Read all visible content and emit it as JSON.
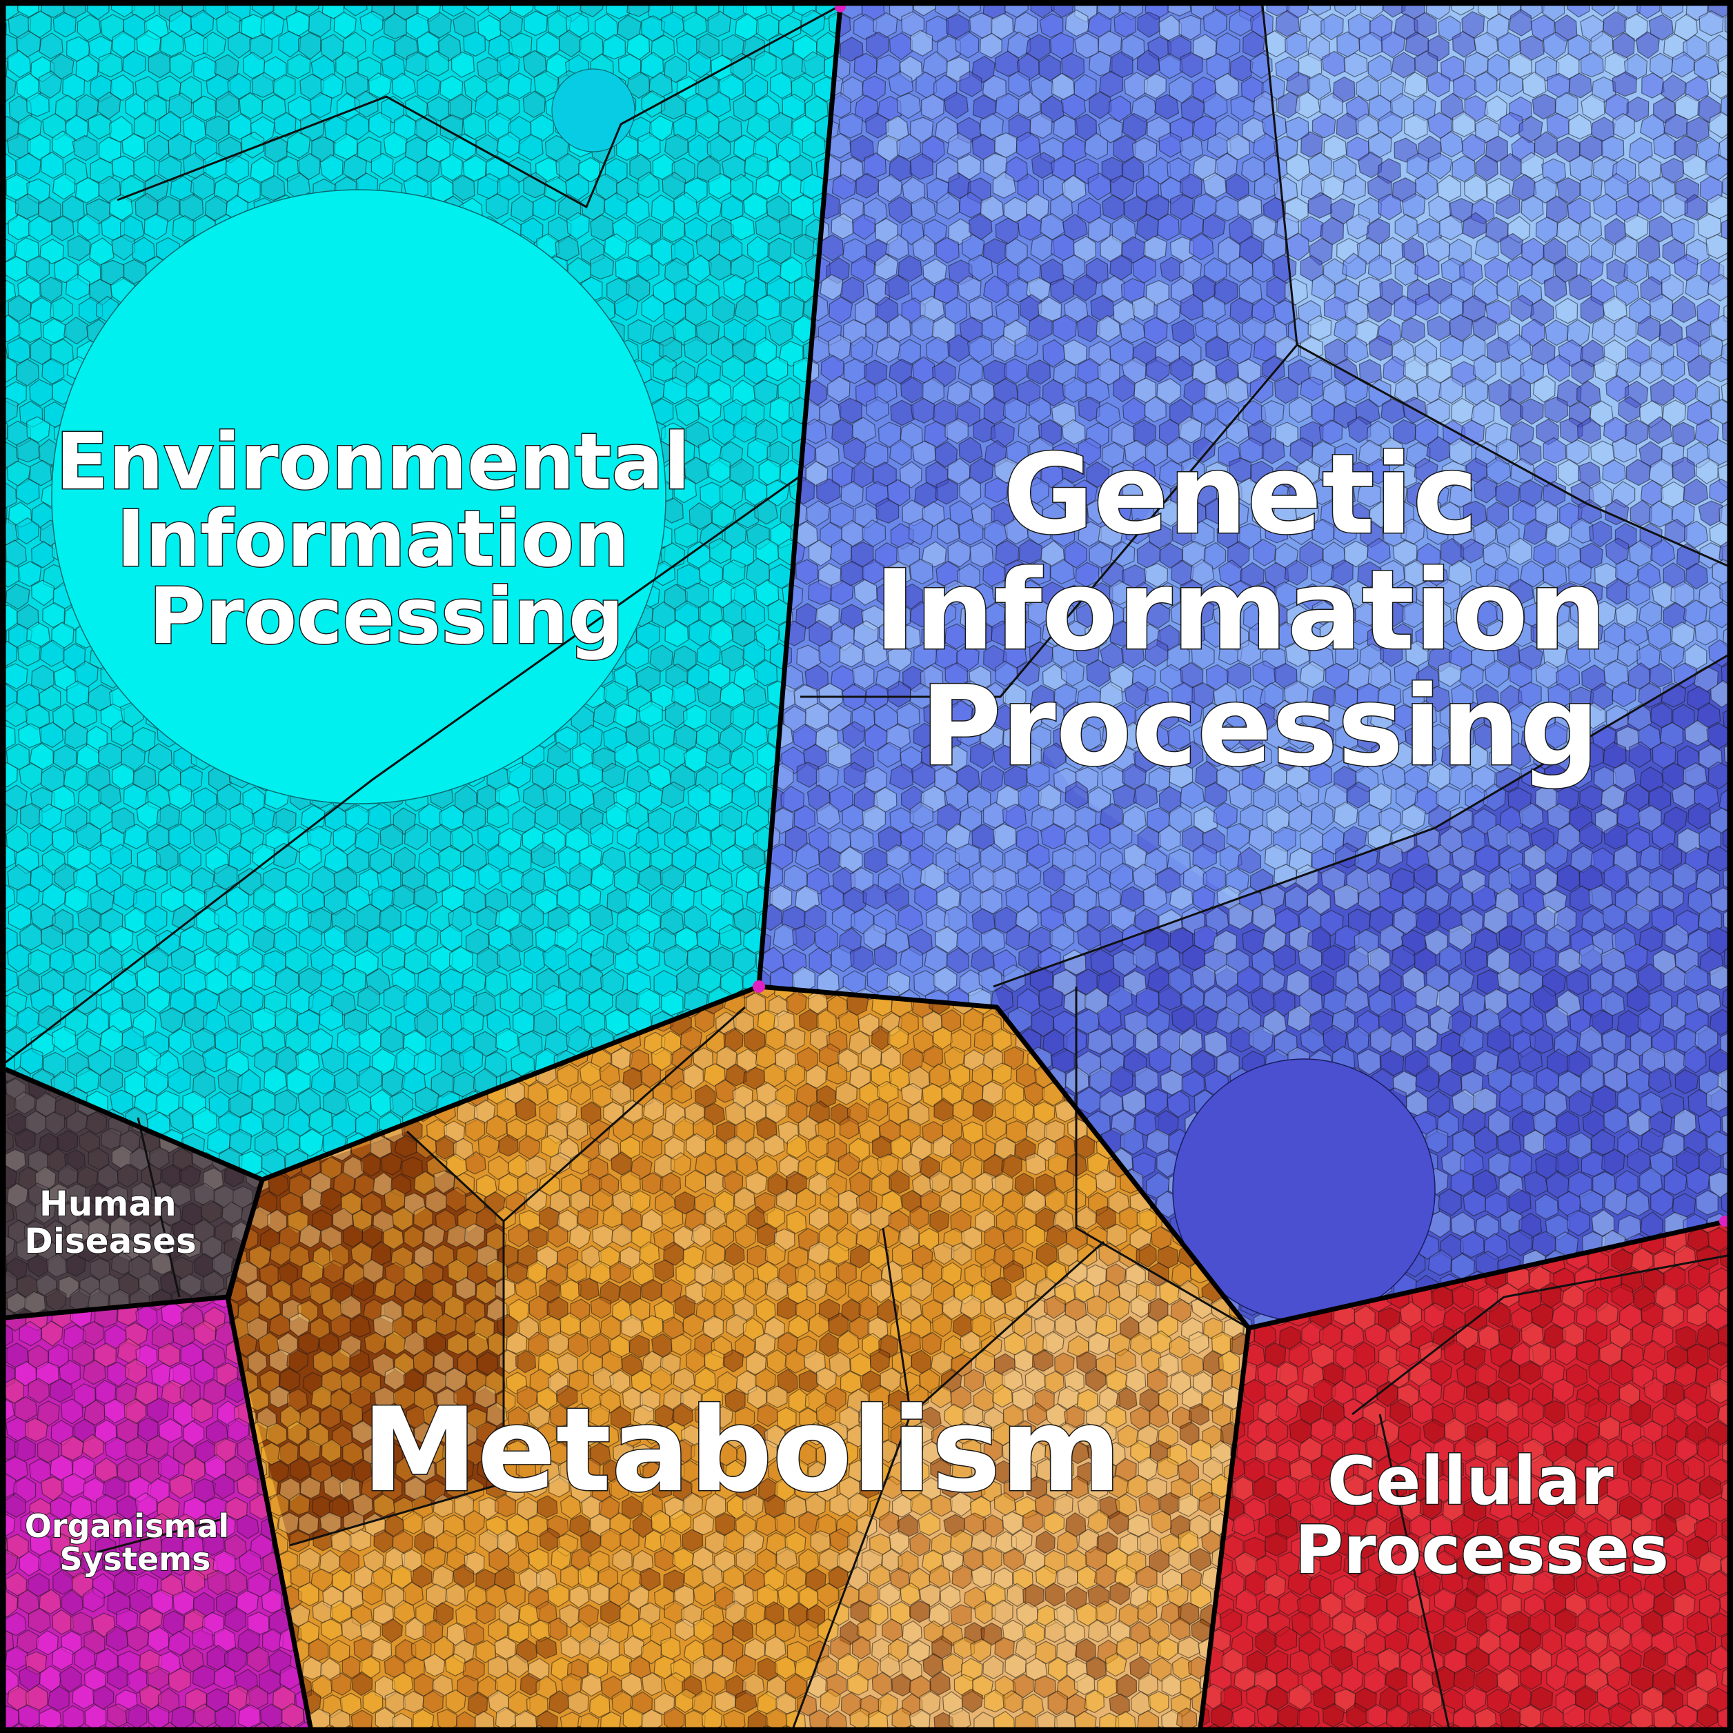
{
  "regions": [
    {
      "id": "environmental",
      "label_lines": [
        "Environmental",
        "Information",
        "Processing"
      ],
      "palette": [
        "#00e8f0",
        "#00d4e4",
        "#14c6d4",
        "#00f4f4",
        "#1ab8c4",
        "#06dcdc"
      ],
      "highlight": "#00f0f4"
    },
    {
      "id": "genetic",
      "label_lines": [
        "Genetic",
        "Information",
        "Processing"
      ],
      "palette": [
        "#5a6ae8",
        "#6a86ee",
        "#8aaaf4",
        "#4a54cc",
        "#7a9af0",
        "#a8ccf8",
        "#4248c4"
      ],
      "highlight": "#4a52d4"
    },
    {
      "id": "metabolism",
      "label_lines": [
        "Metabolism"
      ],
      "palette": [
        "#e8a030",
        "#f4b434",
        "#c06a1c",
        "#8a3c0a",
        "#e8b870",
        "#f0c680",
        "#d88a24"
      ],
      "highlight": "#f4ac28"
    },
    {
      "id": "cellular",
      "label_lines": [
        "Cellular",
        "Processes"
      ],
      "palette": [
        "#e83040",
        "#c41420",
        "#f04a4a",
        "#a80c14",
        "#d82432"
      ],
      "highlight": "#c8141c"
    },
    {
      "id": "human_diseases",
      "label_lines": [
        "Human",
        "Diseases"
      ],
      "palette": [
        "#4a3a40",
        "#6a6064",
        "#3a2a34",
        "#8a8080",
        "#5a4c54"
      ],
      "highlight": "#6a5e66"
    },
    {
      "id": "organismal",
      "label_lines": [
        "Organismal",
        "Systems"
      ],
      "palette": [
        "#d020c8",
        "#a818a8",
        "#e84090",
        "#f030e0",
        "#c02a98"
      ],
      "highlight": "#f028e0"
    }
  ]
}
